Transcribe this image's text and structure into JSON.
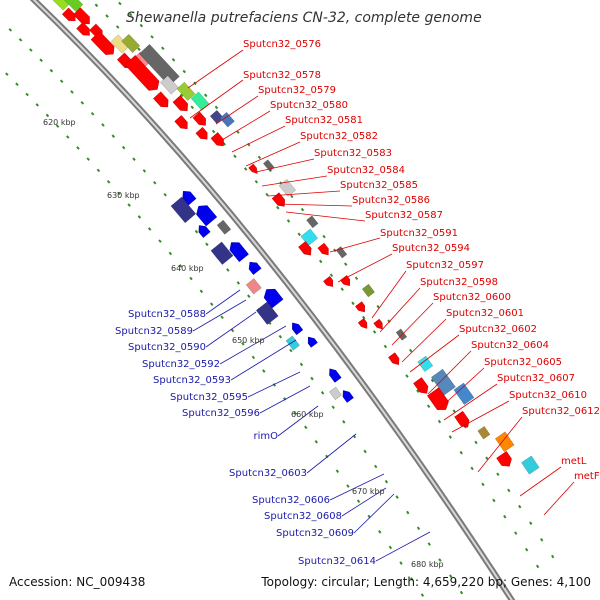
{
  "title": "Shewanella putrefaciens CN-32, complete genome",
  "footer": {
    "accession": "Accession: NC_009438",
    "summary": "Topology: circular; Length: 4,659,220 bp; Genes: 4,100"
  },
  "kbp_markers": [
    "620 kbp",
    "630 kbp",
    "640 kbp",
    "650 kbp",
    "660 kbp",
    "670 kbp",
    "680 kbp"
  ],
  "forward_labels": [
    "Sputcn32_0576",
    "Sputcn32_0578",
    "Sputcn32_0579",
    "Sputcn32_0580",
    "Sputcn32_0581",
    "Sputcn32_0582",
    "Sputcn32_0583",
    "Sputcn32_0584",
    "Sputcn32_0585",
    "Sputcn32_0586",
    "Sputcn32_0587",
    "Sputcn32_0591",
    "Sputcn32_0594",
    "Sputcn32_0597",
    "Sputcn32_0598",
    "Sputcn32_0600",
    "Sputcn32_0601",
    "Sputcn32_0602",
    "Sputcn32_0604",
    "Sputcn32_0605",
    "Sputcn32_0607",
    "Sputcn32_0610",
    "Sputcn32_0612",
    "metL",
    "metF"
  ],
  "reverse_labels": [
    "Sputcn32_0588",
    "Sputcn32_0589",
    "Sputcn32_0590",
    "Sputcn32_0592",
    "Sputcn32_0593",
    "Sputcn32_0595",
    "Sputcn32_0596",
    "rimO",
    "Sputcn32_0603",
    "Sputcn32_0606",
    "Sputcn32_0608",
    "Sputcn32_0609",
    "Sputcn32_0614"
  ],
  "colors": {
    "forward_label": "#dd0000",
    "reverse_label": "#1a1aaa",
    "forward_gene": "#ff0000",
    "reverse_gene": "#0000ee",
    "backbone": "#999999"
  }
}
